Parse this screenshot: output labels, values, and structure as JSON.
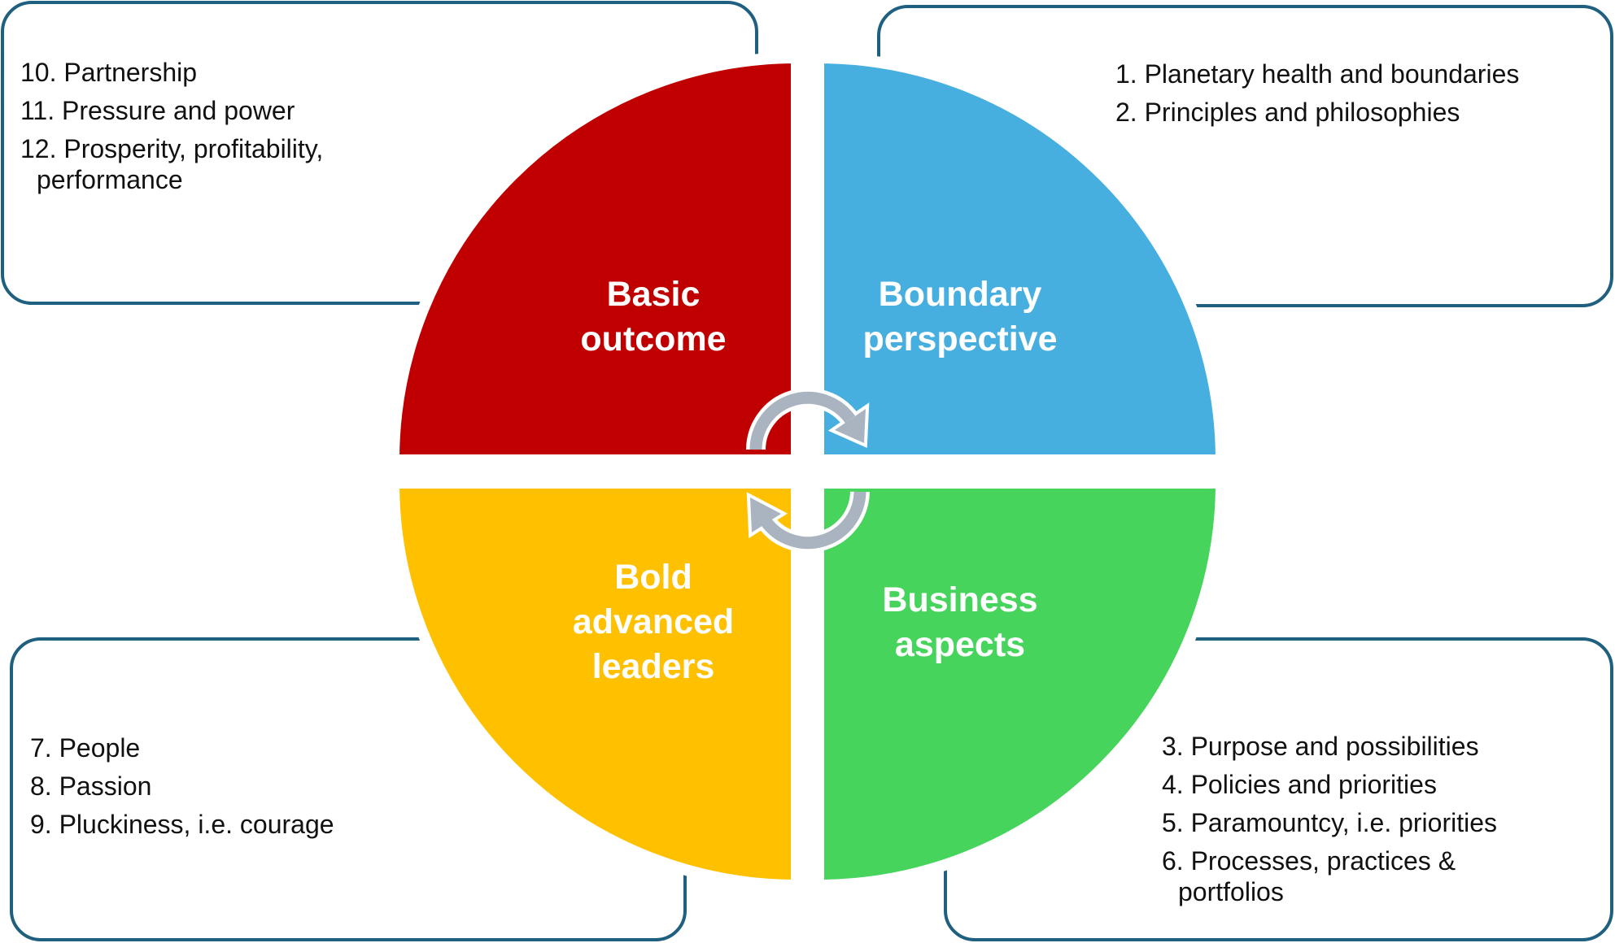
{
  "quadrants": {
    "top_left": {
      "label_lines": [
        "Basic",
        "outcome"
      ],
      "color": "#C00000"
    },
    "top_right": {
      "label_lines": [
        "Boundary",
        "perspective"
      ],
      "color": "#47AFE0"
    },
    "bottom_left": {
      "label_lines": [
        "Bold",
        "advanced",
        "leaders"
      ],
      "color": "#FFC000"
    },
    "bottom_right": {
      "label_lines": [
        "Business",
        "aspects"
      ],
      "color": "#47D45C"
    }
  },
  "boxes": {
    "top_left": {
      "items": [
        "10. Partnership",
        "11. Pressure and power",
        "12. Prosperity, profitability,"
      ],
      "continuation": "performance"
    },
    "top_right": {
      "items": [
        "1. Planetary health and boundaries",
        "2. Principles and philosophies"
      ]
    },
    "bottom_left": {
      "items": [
        "7. People",
        "8. Passion",
        "9. Pluckiness, i.e. courage"
      ]
    },
    "bottom_right": {
      "items": [
        "3. Purpose and possibilities",
        "4. Policies and priorities",
        "5. Paramountcy, i.e. priorities",
        "6. Processes, practices &"
      ],
      "continuation": "portfolios"
    }
  },
  "colors": {
    "box_border": "#1F5F7F",
    "arrow": "#A9B4C0"
  },
  "icons": [
    "cycle-arrow-clockwise-top",
    "cycle-arrow-clockwise-bottom"
  ]
}
